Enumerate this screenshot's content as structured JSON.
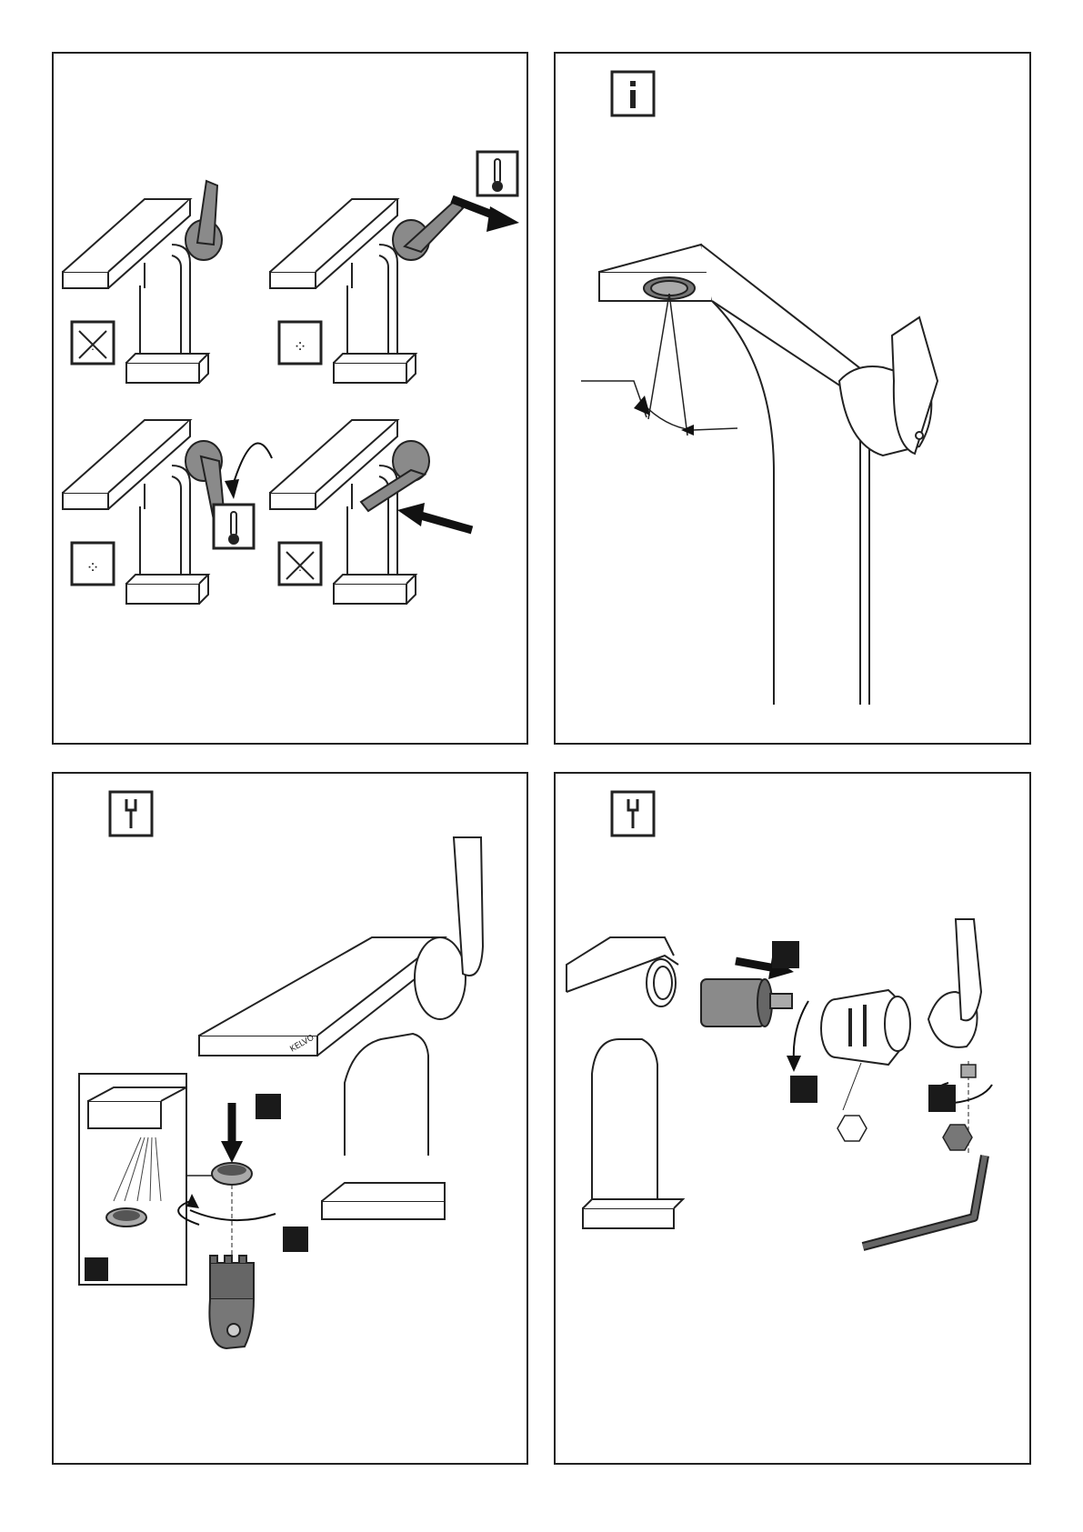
{
  "document": {
    "brand_mark": "KELVO"
  },
  "panels": [
    {
      "id": "operation",
      "icons": [
        "no-water-icon",
        "water-drops-icon",
        "thermometer-icon"
      ]
    },
    {
      "id": "info",
      "icons": [
        "info-icon"
      ]
    },
    {
      "id": "aerator-maintenance",
      "icons": [
        "wrench-icon"
      ]
    },
    {
      "id": "cartridge-maintenance",
      "icons": [
        "wrench-icon",
        "hex-icon"
      ]
    }
  ],
  "colors": {
    "line": "#222222",
    "fill_part": "#8a8a8a",
    "fill_dark": "#666666",
    "step_box": "#1a1a1a"
  }
}
